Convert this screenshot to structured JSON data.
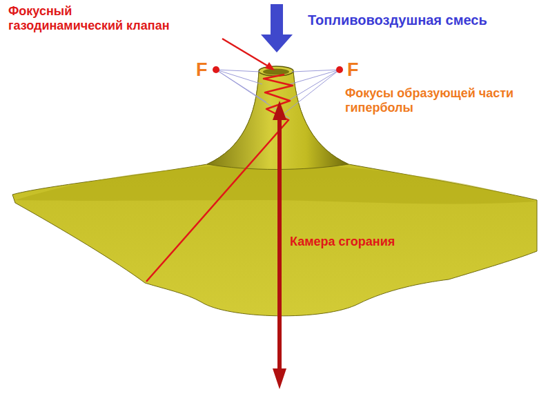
{
  "diagram": {
    "labels": [
      "Фокусный газодинамический клапан",
      "Топливовоздушная смесь",
      "F",
      "F",
      "Фокусы образующей части гиперболы",
      "Камера сгорания"
    ]
  }
}
